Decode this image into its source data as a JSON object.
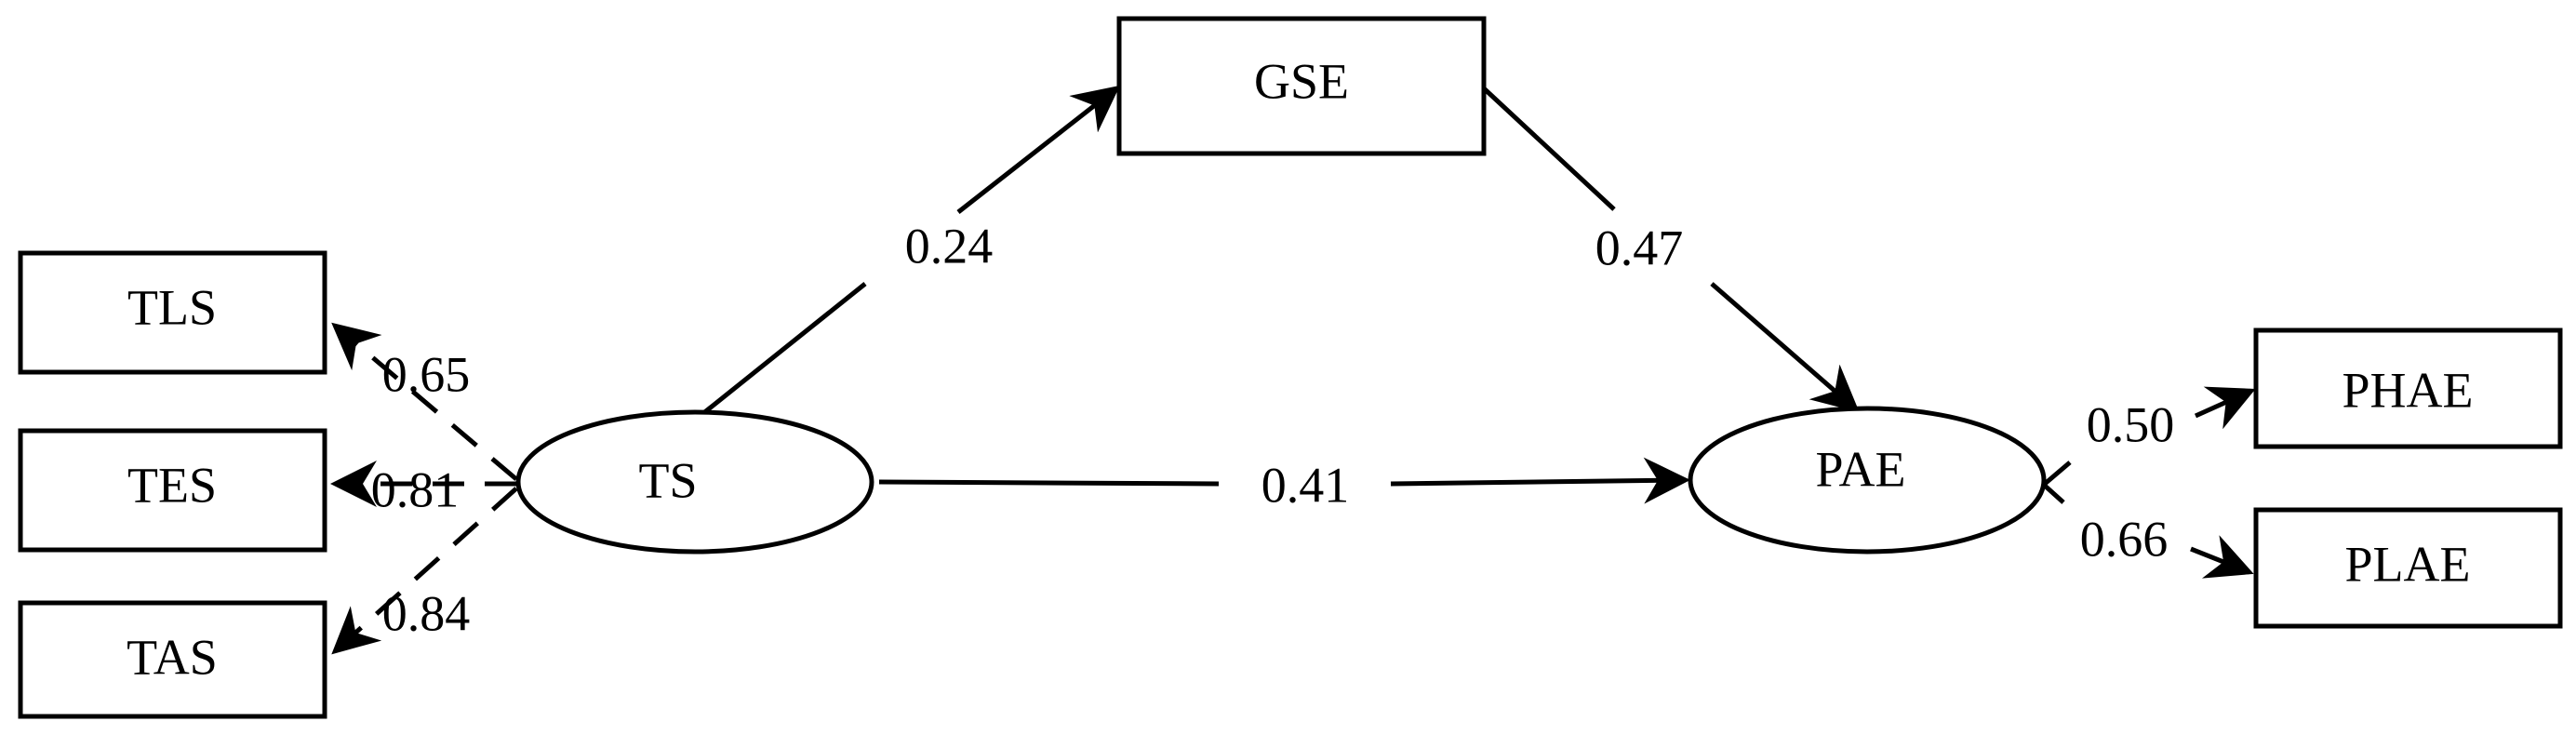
{
  "nodes": {
    "ts": "TS",
    "gse": "GSE",
    "pae": "PAE",
    "tls": "TLS",
    "tes": "TES",
    "tas": "TAS",
    "phae": "PHAE",
    "plae": "PLAE"
  },
  "paths": {
    "ts_to_gse": "0.24",
    "gse_to_pae": "0.47",
    "ts_to_pae": "0.41",
    "ts_to_tls": "0.65",
    "ts_to_tes": "0.81",
    "ts_to_tas": "0.84",
    "pae_to_phae": "0.50",
    "pae_to_plae": "0.66"
  }
}
